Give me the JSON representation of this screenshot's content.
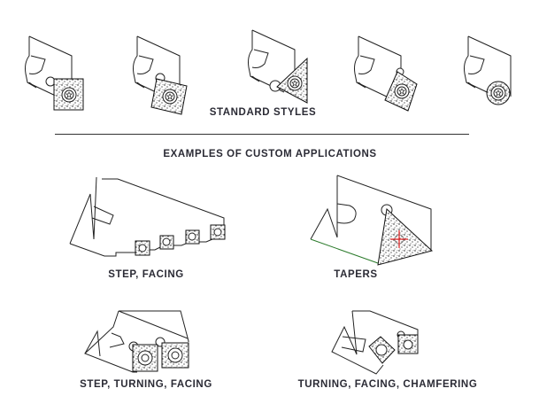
{
  "headings": {
    "standard": "STANDARD STYLES",
    "custom": "EXAMPLES OF CUSTOM APPLICATIONS"
  },
  "examples": [
    {
      "label": "STEP, FACING"
    },
    {
      "label": "TAPERS"
    },
    {
      "label": "STEP, TURNING, FACING"
    },
    {
      "label": "TURNING, FACING, CHAMFERING"
    }
  ],
  "colors": {
    "text": "#2b2b35",
    "crosshair": "#e02020",
    "edge_highlight": "#2a7a2a"
  }
}
